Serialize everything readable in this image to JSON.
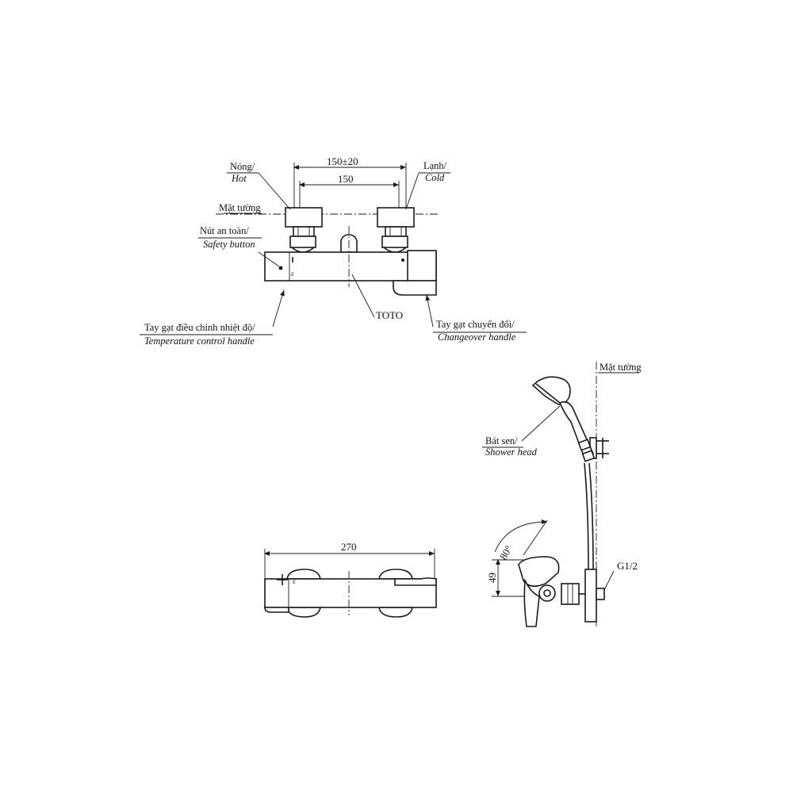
{
  "labels": {
    "hot_vi": "Nóng/",
    "hot_en": "Hot",
    "cold_vi": "Lạnh/",
    "cold_en": "Cold",
    "wall_top": "Mặt tường",
    "safety_vi": "Nút an toàn/",
    "safety_en": "Safety button",
    "temp_vi": "Tay gạt điều chỉnh nhiệt độ/",
    "temp_en": "Temperature control handle",
    "brand": "TOTO",
    "change_vi": "Tay gạt chuyển đổi/",
    "change_en": "Changeover handle",
    "wall_side": "Mặt tường",
    "shower_vi": "Bát sen/",
    "shower_en": "Shower head",
    "thread": "G1/2"
  },
  "dimensions": {
    "center_range": "150±20",
    "center": "150",
    "width": "270",
    "height": "49",
    "angle": "80°"
  }
}
